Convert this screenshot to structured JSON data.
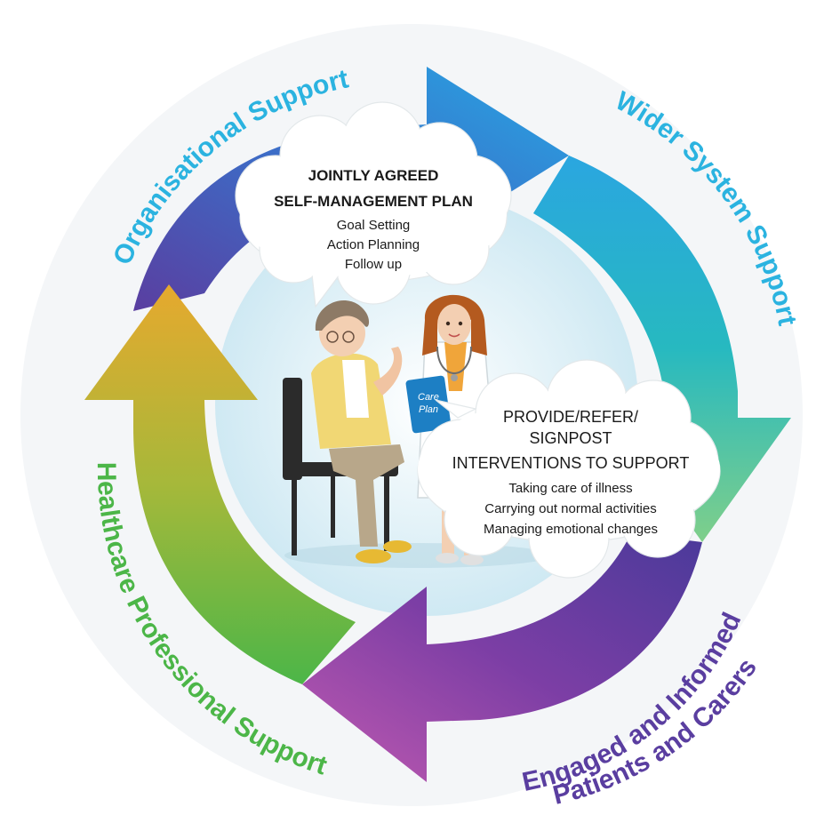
{
  "ring_labels": {
    "organisational": "Organisational Support",
    "wider_system": "Wider System Support",
    "engaged_line1": "Engaged and Informed",
    "engaged_line2": "Patients and Carers",
    "healthcare": "Healthcare Professional Support"
  },
  "bubble_top": {
    "title_line1": "JOINTLY AGREED",
    "title_line2": "SELF-MANAGEMENT PLAN",
    "items": [
      "Goal Setting",
      "Action Planning",
      "Follow up"
    ]
  },
  "bubble_bottom": {
    "title_line1": "PROVIDE/REFER/",
    "title_line2": "SIGNPOST",
    "title_line3": "INTERVENTIONS TO SUPPORT",
    "items": [
      "Taking care of illness",
      "Carrying out normal activities",
      "Managing emotional changes"
    ]
  },
  "tablet": {
    "line1": "Care",
    "line2": "Plan"
  },
  "colors": {
    "organisational_text": "#2bb3e0",
    "wider_text": "#2bb3e0",
    "engaged_text": "#5a3ea0",
    "healthcare_text": "#4cb648"
  }
}
